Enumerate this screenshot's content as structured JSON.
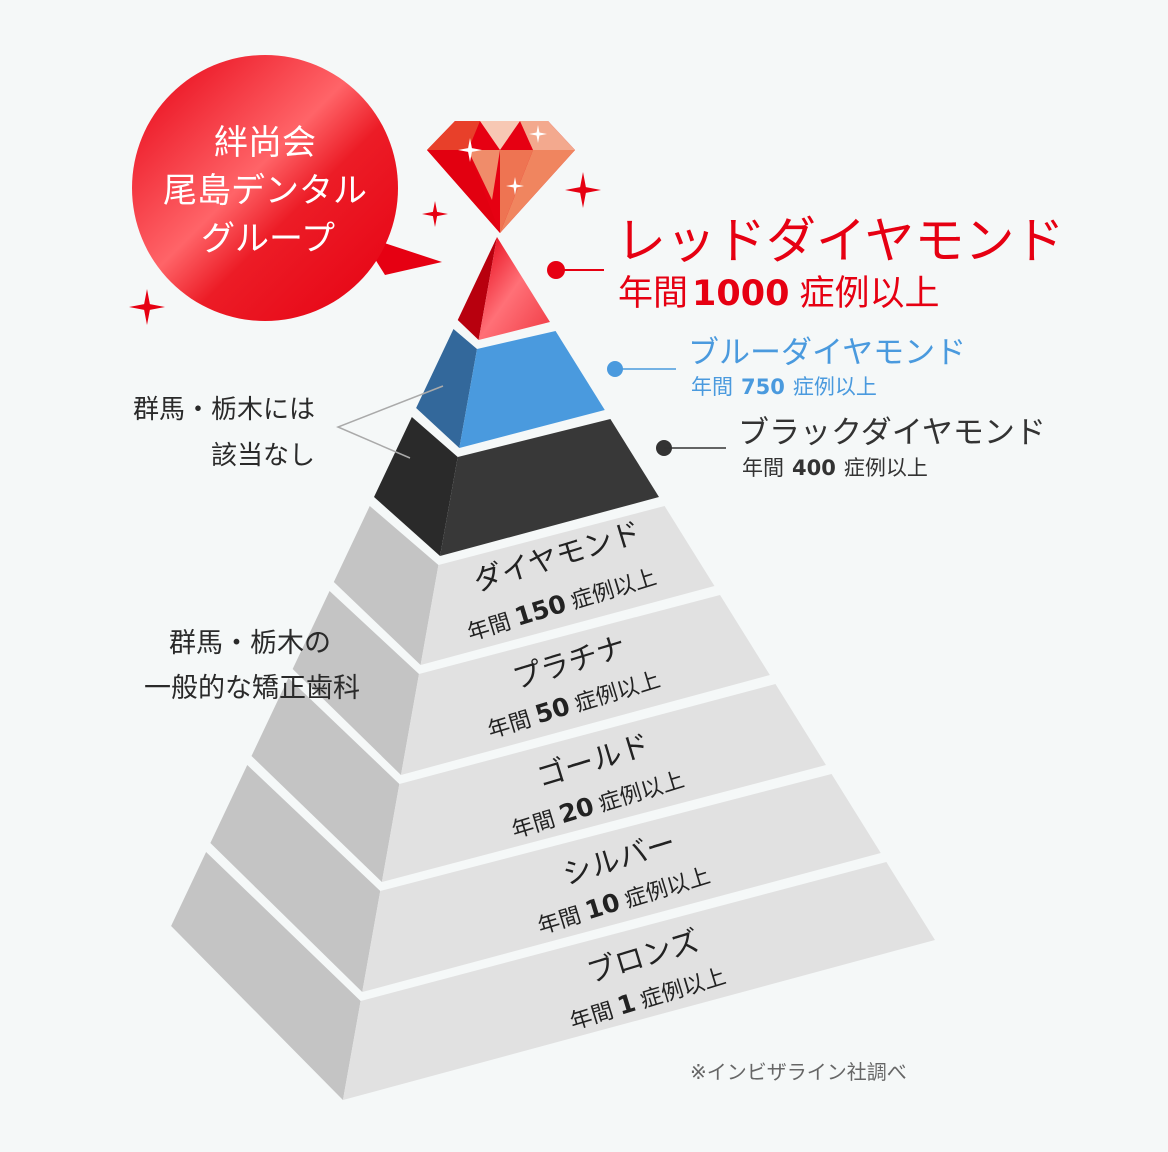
{
  "colors": {
    "background": "#f5f8f8",
    "red": "#e60012",
    "blue": "#4a9ade",
    "black": "#333333",
    "gray_left": "#c4c4c4",
    "gray_right": "#e1e1e1",
    "text": "#2a2a2a"
  },
  "bubble": {
    "line1": "絆尚会",
    "line2": "尾島デンタル",
    "line3": "グループ"
  },
  "top_tiers": [
    {
      "name": "レッドダイヤモンド",
      "prefix": "年間",
      "number": "1000",
      "suffix": "症例以上",
      "color": "#e60012"
    },
    {
      "name": "ブルーダイヤモンド",
      "prefix": "年間",
      "number": "750",
      "suffix": "症例以上",
      "color": "#4a9ade"
    },
    {
      "name": "ブラックダイヤモンド",
      "prefix": "年間",
      "number": "400",
      "suffix": "症例以上",
      "color": "#333333"
    }
  ],
  "tiers": [
    {
      "name": "ダイヤモンド",
      "prefix": "年間",
      "number": "150",
      "suffix": "症例以上"
    },
    {
      "name": "プラチナ",
      "prefix": "年間",
      "number": "50",
      "suffix": "症例以上"
    },
    {
      "name": "ゴールド",
      "prefix": "年間",
      "number": "20",
      "suffix": "症例以上"
    },
    {
      "name": "シルバー",
      "prefix": "年間",
      "number": "10",
      "suffix": "症例以上"
    },
    {
      "name": "ブロンズ",
      "prefix": "年間",
      "number": "1",
      "suffix": "症例以上"
    }
  ],
  "notes": {
    "none_line1": "群馬・栃木には",
    "none_line2": "該当なし",
    "general_line1": "群馬・栃木の",
    "general_line2": "一般的な矯正歯科",
    "source": "※インビザライン社調べ"
  },
  "icons": [
    "ruby-diamond-icon",
    "sparkle-icon"
  ]
}
